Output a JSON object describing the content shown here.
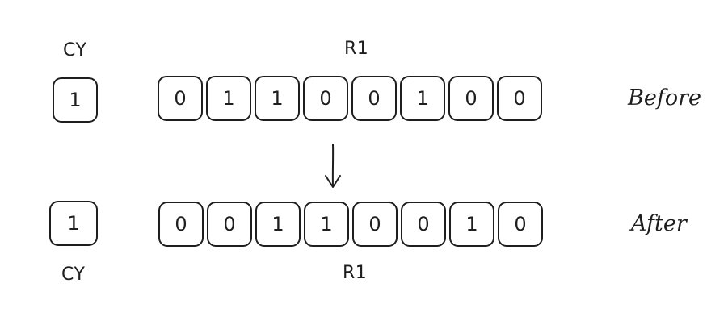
{
  "before": {
    "cy_label": "CY",
    "cy_value": "1",
    "register_label": "R1",
    "register_bits": [
      "0",
      "1",
      "1",
      "0",
      "0",
      "1",
      "0",
      "0"
    ],
    "side_label": "Before"
  },
  "after": {
    "cy_label": "CY",
    "cy_value": "1",
    "register_label": "R1",
    "register_bits": [
      "0",
      "0",
      "1",
      "1",
      "0",
      "0",
      "1",
      "0"
    ],
    "side_label": "After"
  },
  "arrow_icon": "arrow-down-icon"
}
